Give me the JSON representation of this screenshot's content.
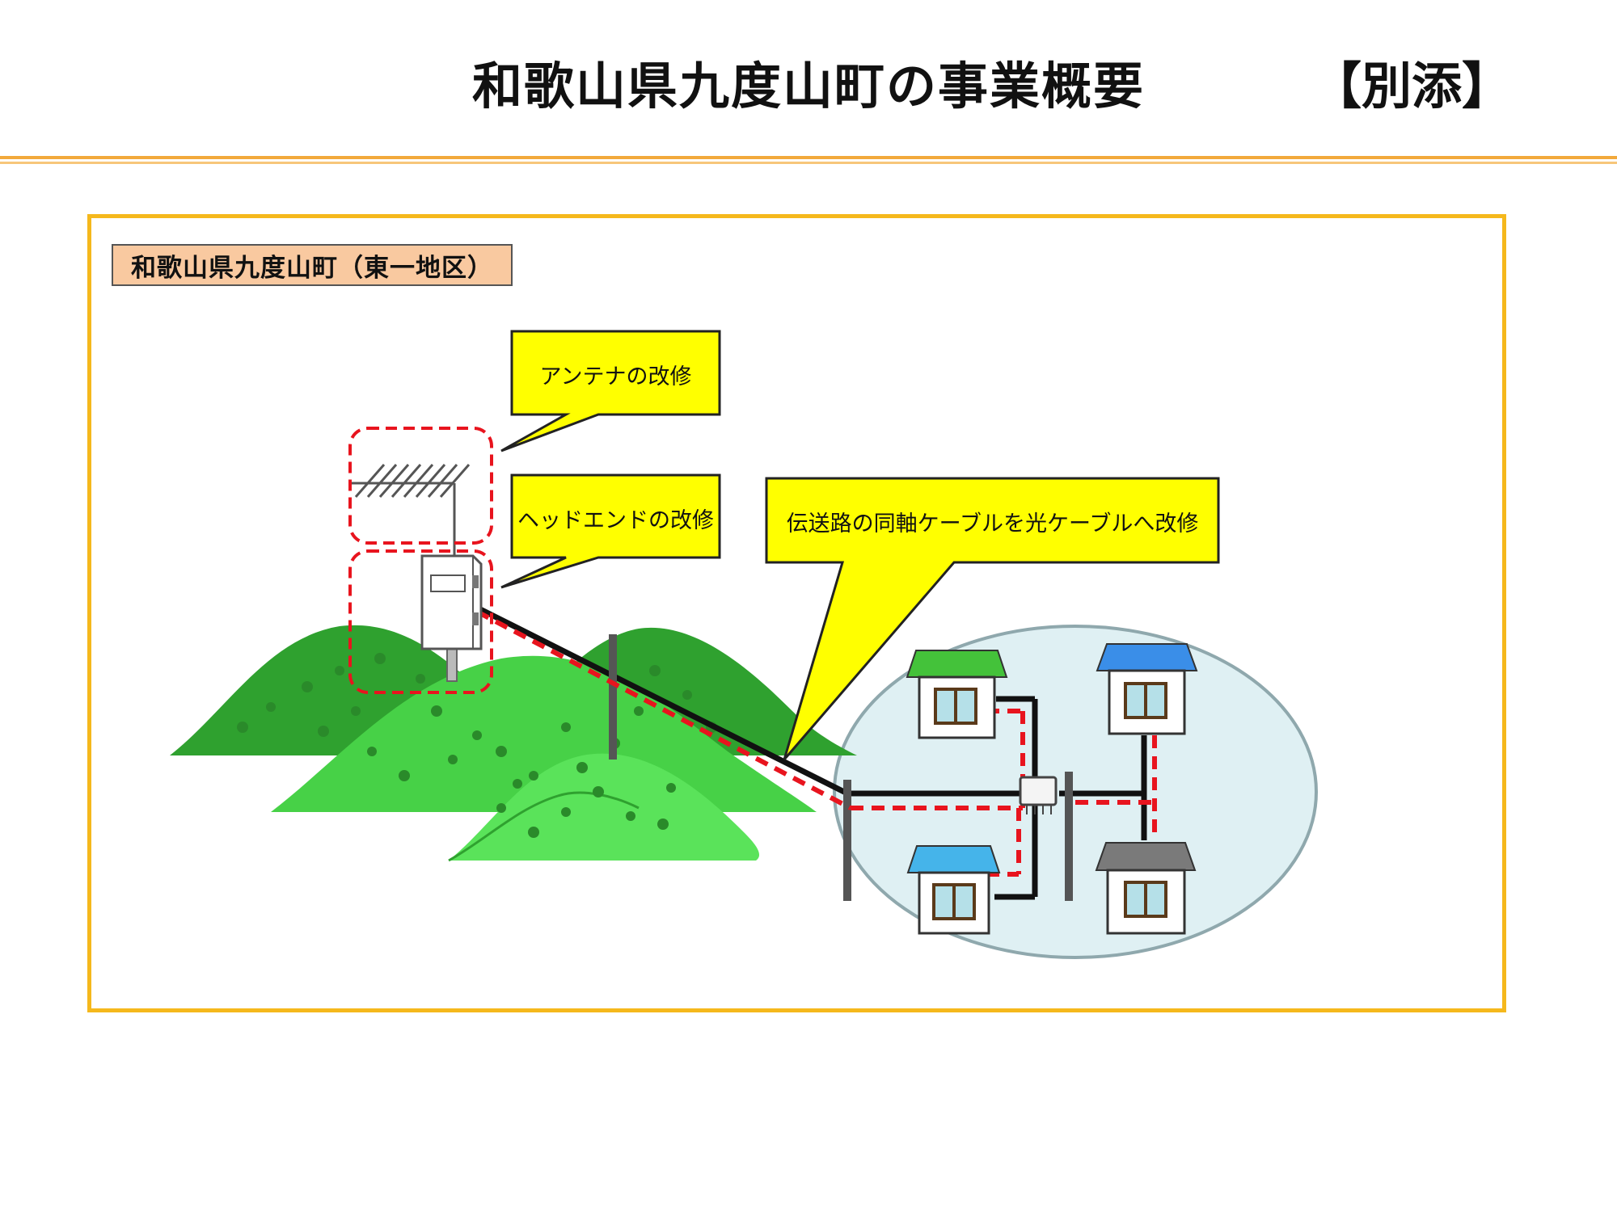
{
  "header": {
    "title": "和歌山県九度山町の事業概要",
    "tag": "【別添】"
  },
  "diagram": {
    "region_label": "和歌山県九度山町（東一地区）",
    "callouts": {
      "antenna": "アンテナの改修",
      "headend": "ヘッドエンドの改修",
      "cable": "伝送路の同軸ケーブルを光ケーブルへ改修"
    },
    "colors": {
      "accent_rule": "#f2a93b",
      "frame": "#f5b81c",
      "callout_fill": "#ffff00",
      "renovation_dash": "#e8141e",
      "hill_dark": "#2e9e2e",
      "hill_light": "#4fd94f",
      "area_fill": "#dff0f3"
    }
  }
}
